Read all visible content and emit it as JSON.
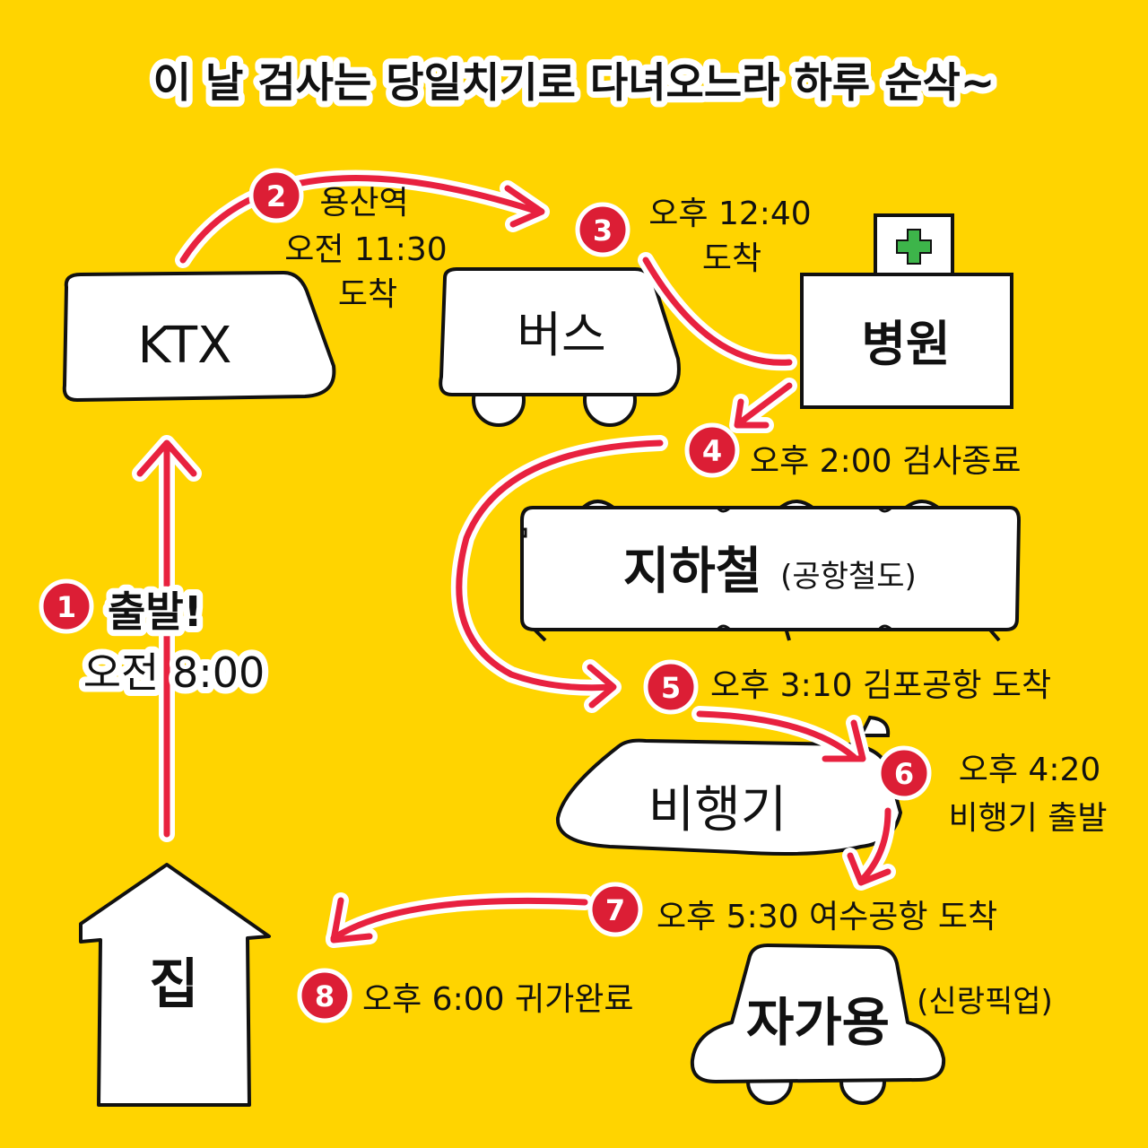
{
  "title": "이 날 검사는 당일치기로 다녀오느라 하루 순삭~",
  "colors": {
    "background": "#FFD400",
    "arrow": "#E8213F",
    "badge": "#DC1E35",
    "cross": "#3DB54A",
    "ink": "#111111",
    "box": "#FFFFFF"
  },
  "vehicles": {
    "home": "집",
    "ktx": "KTX",
    "bus": "버스",
    "hospital": "병원",
    "subway": "지하철",
    "subway_note": "(공항철도)",
    "airplane": "비행기",
    "car": "자가용",
    "car_note": "(신랑픽업)"
  },
  "steps": [
    {
      "num": "1",
      "lines": [
        "출발!",
        "오전 8:00"
      ]
    },
    {
      "num": "2",
      "lines": [
        "용산역",
        "오전 11:30",
        "도착"
      ]
    },
    {
      "num": "3",
      "lines": [
        "오후 12:40",
        "도착"
      ]
    },
    {
      "num": "4",
      "lines": [
        "오후 2:00 검사종료"
      ]
    },
    {
      "num": "5",
      "lines": [
        "오후 3:10 김포공항 도착"
      ]
    },
    {
      "num": "6",
      "lines": [
        "오후 4:20",
        "비행기 출발"
      ]
    },
    {
      "num": "7",
      "lines": [
        "오후 5:30 여수공항 도착"
      ]
    },
    {
      "num": "8",
      "lines": [
        "오후 6:00 귀가완료"
      ]
    }
  ],
  "icons": {
    "hospital_sign": "medical-cross-icon",
    "step_badge": "numbered-circle-icon",
    "route_arrow": "arrow-icon"
  }
}
